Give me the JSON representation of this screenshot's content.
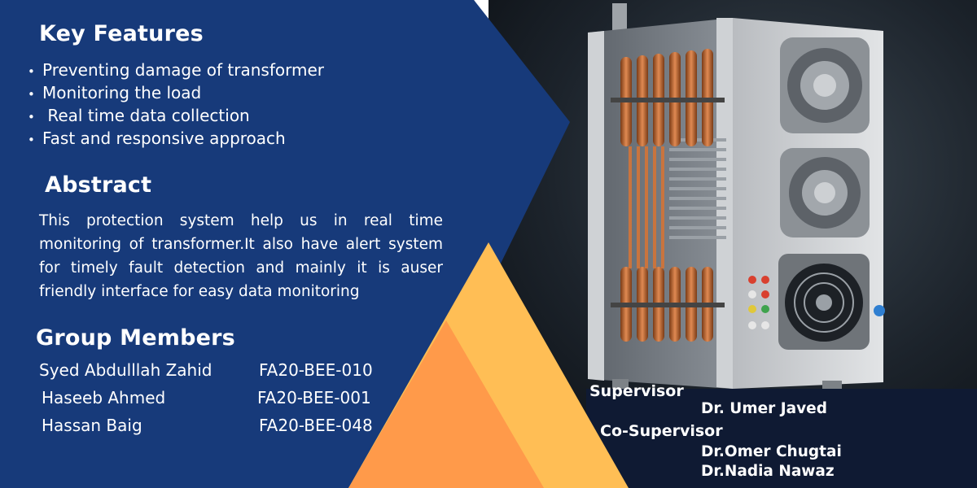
{
  "key_features": {
    "title": "Key Features",
    "items": [
      "Preventing damage of transformer",
      "Monitoring the load",
      " Real time data collection",
      "Fast and responsive approach"
    ]
  },
  "abstract": {
    "title": "Abstract",
    "text": "This protection system help us in real time monitoring of transformer.It also have alert system for timely fault detection and mainly it is auser friendly interface for easy data monitoring"
  },
  "group_members": {
    "title": "Group Members",
    "members": [
      {
        "name": "Syed Abdulllah Zahid",
        "id": "FA20-BEE-010"
      },
      {
        "name": "Haseeb Ahmed",
        "id": "FA20-BEE-001"
      },
      {
        "name": "Hassan Baig",
        "id": "FA20-BEE-048"
      }
    ]
  },
  "supervision": {
    "supervisor_label": "Supervisor",
    "supervisor_name": "Dr. Umer Javed",
    "co_supervisor_label": "Co-Supervisor",
    "co_supervisors": [
      "Dr.Omer Chugtai",
      "Dr.Nadia Nawaz"
    ]
  },
  "bullet_glyph": "•",
  "colors": {
    "navy": "#173a7a",
    "dark_navy": "#0f1a33",
    "orange": "#ff9a4a",
    "yellow": "#ffbe55"
  }
}
